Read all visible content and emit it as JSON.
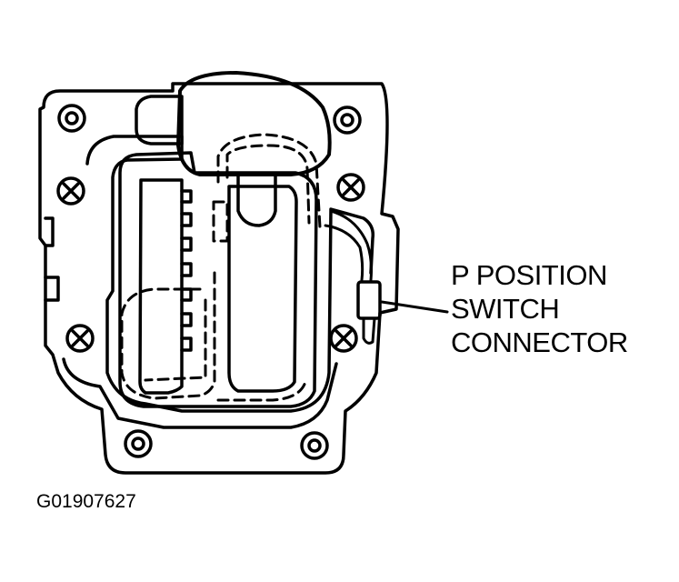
{
  "figure_id": "G01907627",
  "callout": {
    "lines": [
      "P POSITION",
      "SWITCH",
      "CONNECTOR"
    ]
  },
  "colors": {
    "ink": "#000000",
    "paper": "#ffffff"
  }
}
